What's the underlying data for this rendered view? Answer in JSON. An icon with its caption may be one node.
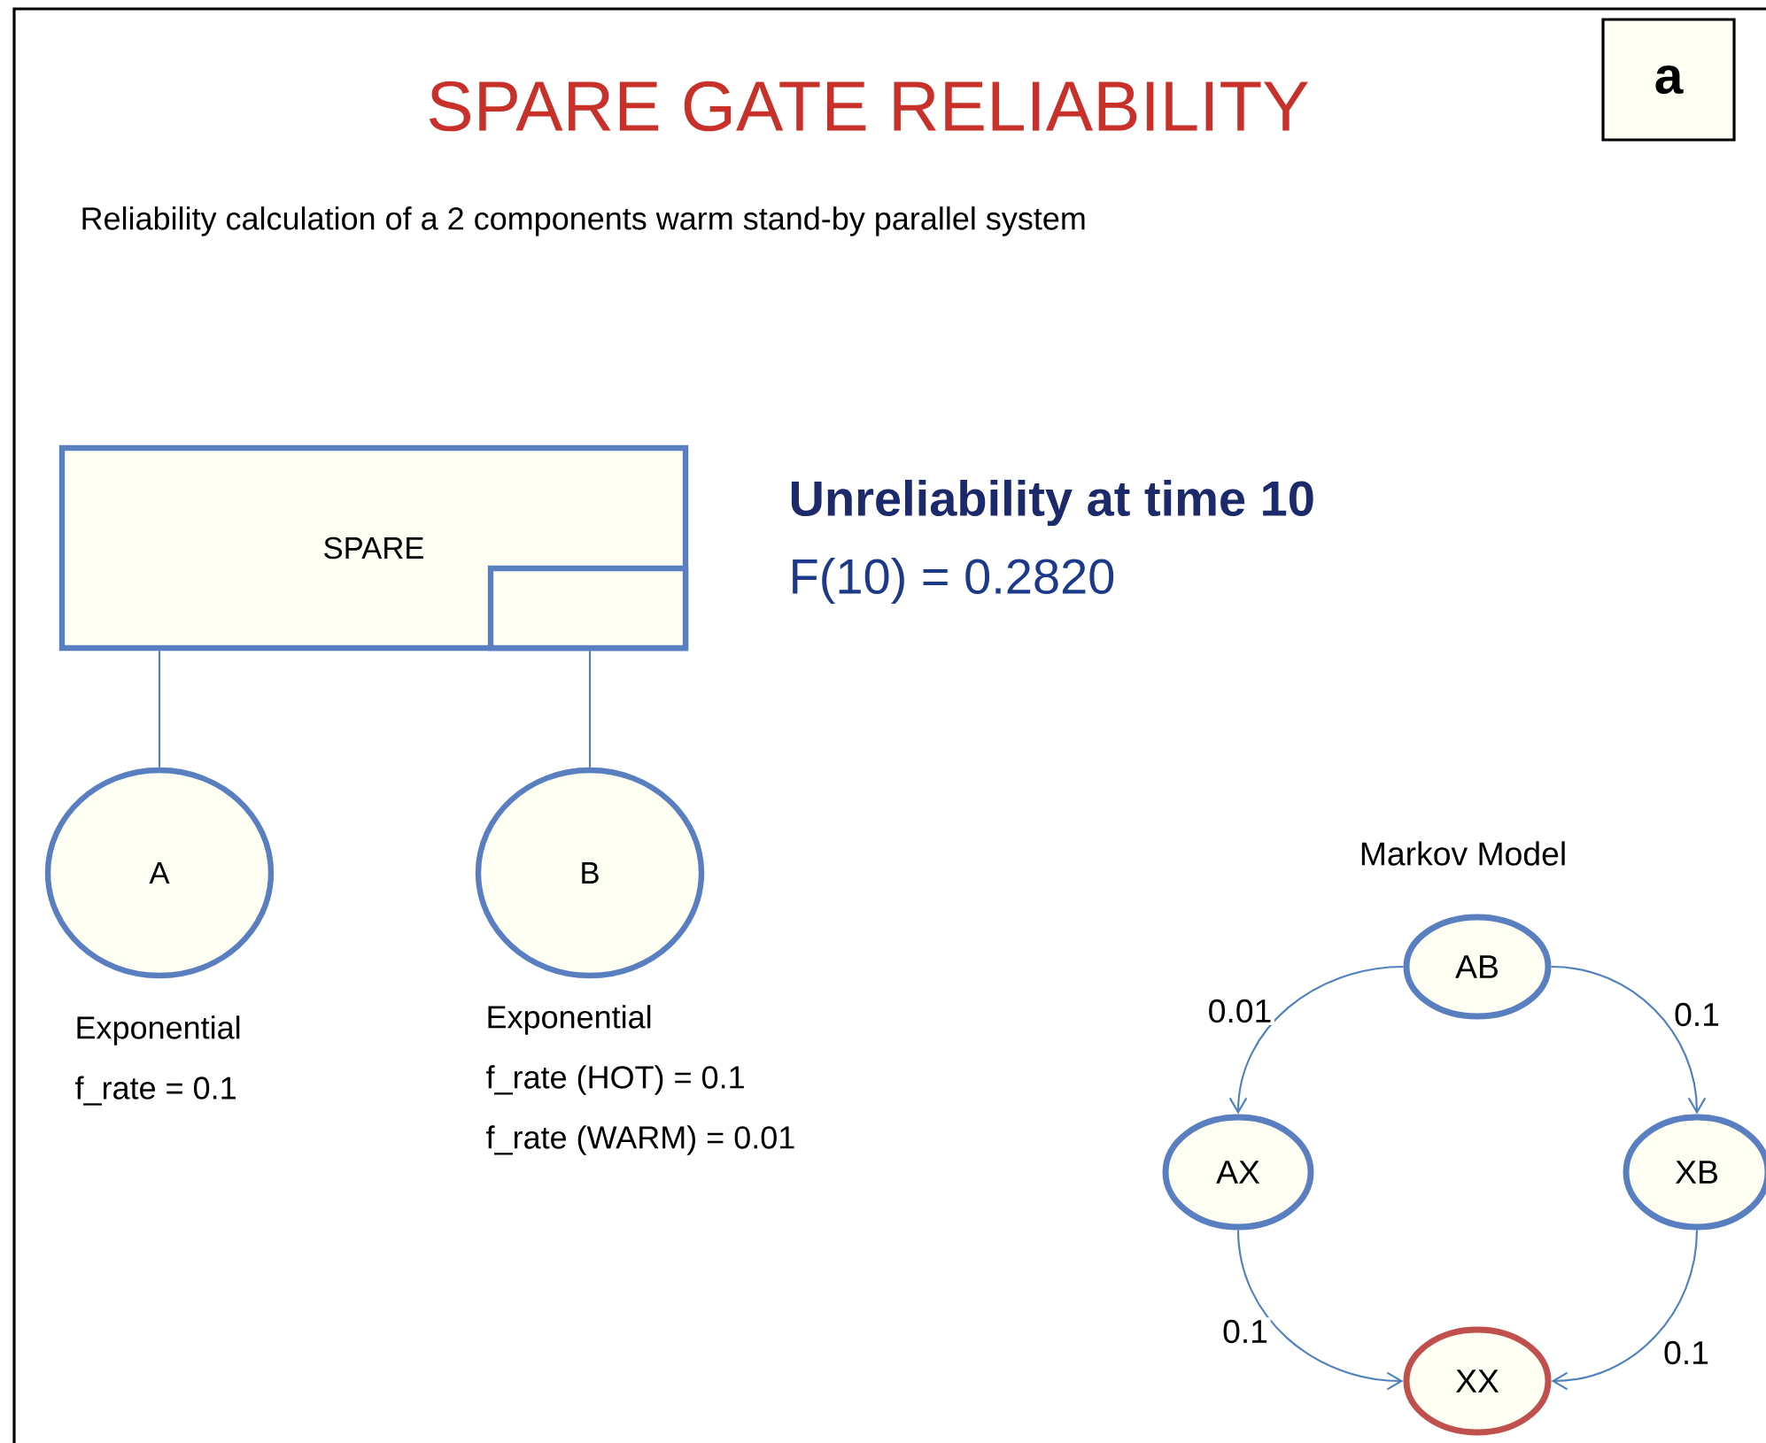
{
  "diagram": {
    "title": "SPARE GATE RELIABILITY",
    "nodes": [
      {
        "text": [
          "SPARE"
        ]
      },
      {
        "text": [],
        "shape": "box",
        "in": 0
      },
      {
        "text": [
          "A"
        ],
        "beside": [
          "Exponential",
          "f_rate = 0.1"
        ]
      },
      {
        "text": [
          "B"
        ],
        "beside": [
          "Exponential",
          "f_rate (HOT) = 0.1",
          "f_rate (WARM) = 0.01"
        ]
      },
      {
        "text": [
          "AB"
        ]
      },
      {
        "text": [
          "AX"
        ]
      },
      {
        "text": [
          "XB"
        ]
      },
      {
        "text": [
          "XX"
        ]
      },
      {
        "text": [
          "a"
        ]
      }
    ],
    "edges": [
      {
        "from": 0,
        "to": 2,
        "arrow": "none"
      },
      {
        "from": 1,
        "to": 3,
        "arrow": "none"
      },
      {
        "from": 4,
        "to": 5,
        "arrow": "to",
        "label": "0.01"
      },
      {
        "from": 4,
        "to": 6,
        "arrow": "to",
        "label": "0.1"
      },
      {
        "from": 5,
        "to": 7,
        "arrow": "to",
        "label": "0.1"
      },
      {
        "from": 6,
        "to": 7,
        "arrow": "to",
        "label": "0.1"
      }
    ],
    "labels": [
      "Reliability calculation of a 2 components warm stand-by parallel system",
      "Unreliability at time 10",
      "F(10) = 0.2820",
      "Markov Model"
    ]
  }
}
